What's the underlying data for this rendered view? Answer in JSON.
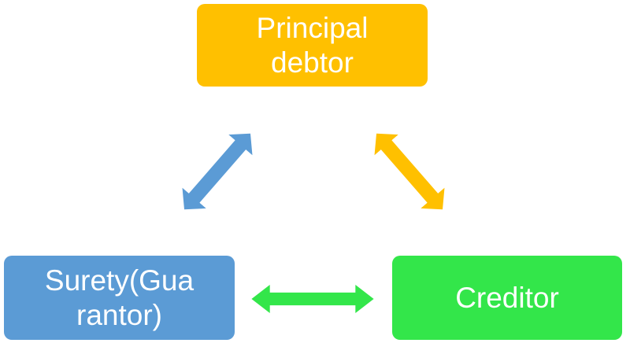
{
  "nodes": {
    "principal_debtor": {
      "lines": [
        "Principal",
        "debtor"
      ],
      "color": "#ffc000"
    },
    "surety": {
      "lines": [
        "Surety(Gua",
        "rantor)"
      ],
      "color": "#5b9bd5"
    },
    "creditor": {
      "lines": [
        "Creditor"
      ],
      "color": "#33e64a"
    }
  },
  "arrows": {
    "surety_debtor": {
      "color": "#5b9bd5"
    },
    "debtor_creditor": {
      "color": "#ffc000"
    },
    "surety_creditor": {
      "color": "#33e64a"
    }
  }
}
